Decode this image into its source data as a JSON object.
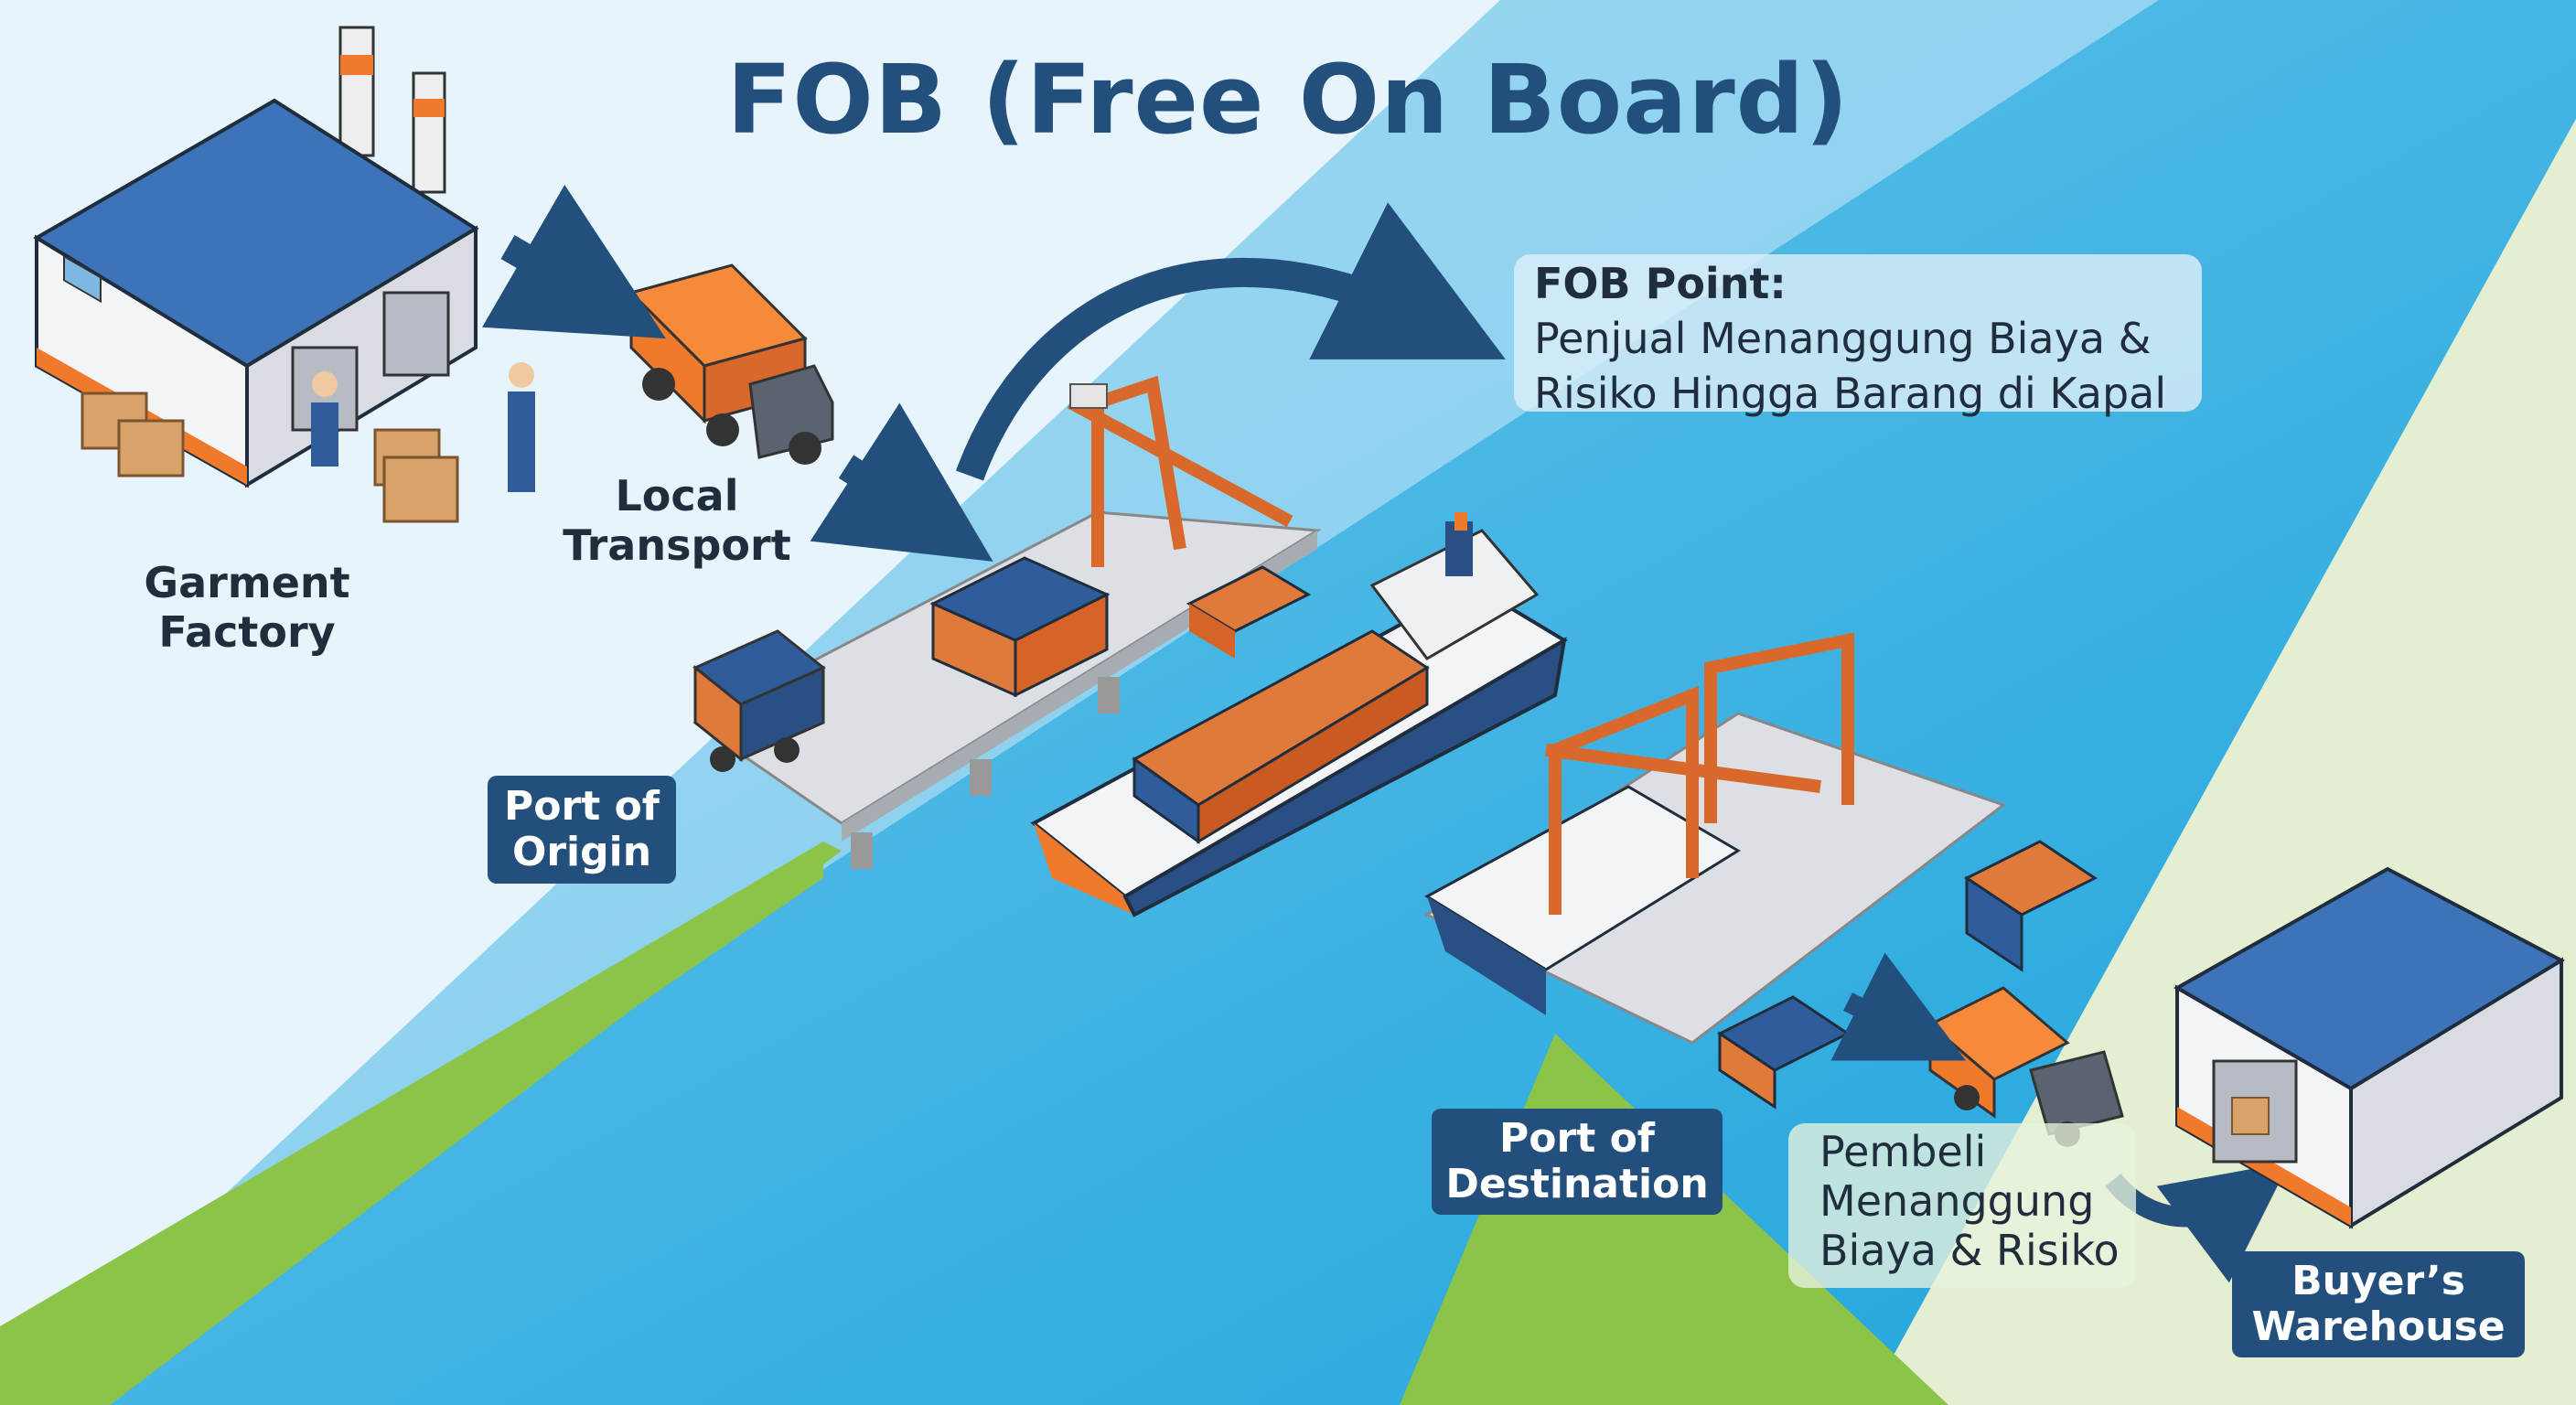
{
  "title": "FOB (Free On Board)",
  "labels": {
    "garment_factory": [
      "Garment",
      "Factory"
    ],
    "local_transport": [
      "Local",
      "Transport"
    ],
    "port_origin": [
      "Port of",
      "Origin"
    ],
    "port_destination": [
      "Port of",
      "Destination"
    ],
    "buyer_warehouse": [
      "Buyer’s",
      "Warehouse"
    ]
  },
  "fob_point": {
    "heading": "FOB Point:",
    "lines": [
      "Penjual Menanggung Biaya &",
      "Risiko Hingga Barang di Kapal"
    ]
  },
  "buyer_risk": {
    "lines": [
      "Pembeli",
      "Menanggung",
      "Biaya & Risiko"
    ]
  },
  "colors": {
    "navy": "#234f7d",
    "orange": "#ef7a2b",
    "sea": "#3db0e0",
    "green": "#8cc44a",
    "sky": "#e8f4fb"
  }
}
